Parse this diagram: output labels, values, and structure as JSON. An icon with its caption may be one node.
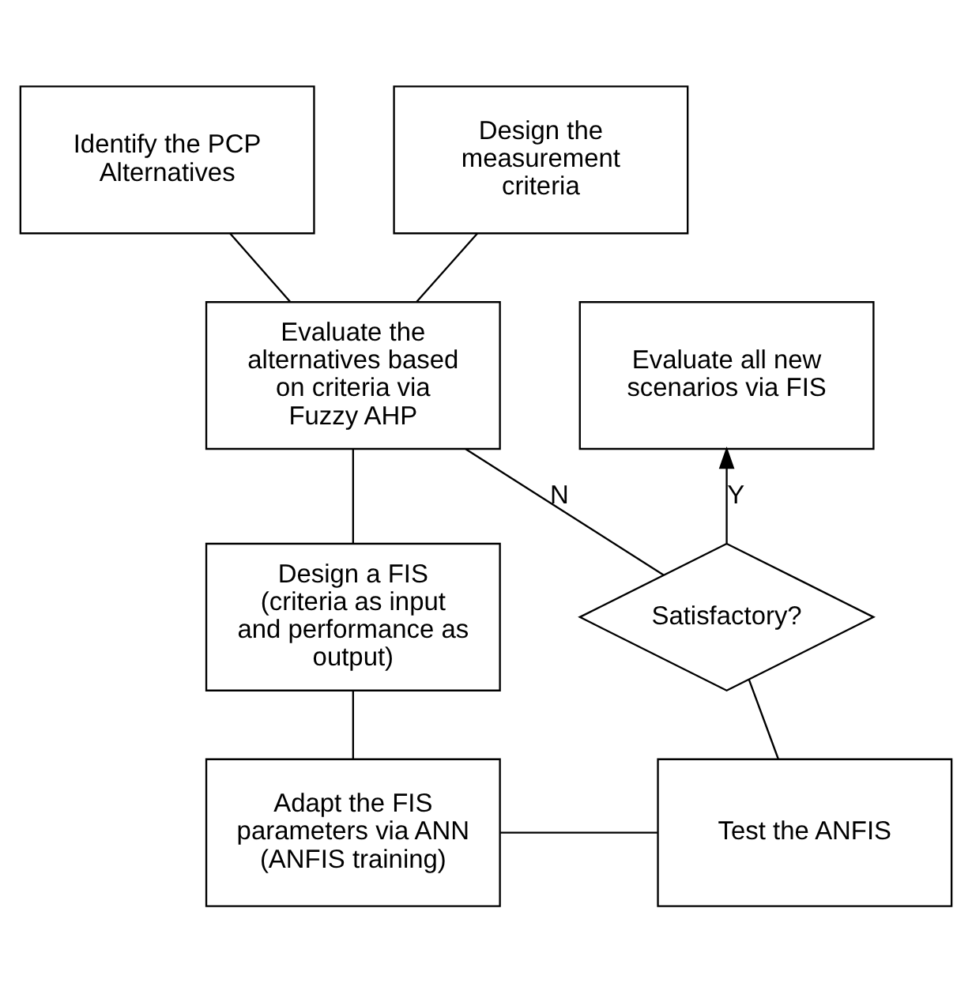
{
  "diagram": {
    "nodes": [
      {
        "text": [
          "Identify the PCP Alternatives"
        ]
      },
      {
        "text": [
          "Design the measurement criteria"
        ]
      },
      {
        "text": [
          "Evaluate the alternatives based on criteria via Fuzzy AHP"
        ]
      },
      {
        "text": [
          "Evaluate all new scenarios via FIS"
        ]
      },
      {
        "text": [
          "Design a FIS (criteria as input and performance as output)"
        ]
      },
      {
        "text": [
          "Satisfactory?"
        ]
      },
      {
        "text": [
          "Adapt the FIS parameters via ANN (ANFIS training)"
        ]
      },
      {
        "text": [
          "Test the ANFIS"
        ]
      }
    ],
    "edges": [
      {
        "from": 0,
        "to": 2,
        "arrow": "none"
      },
      {
        "from": 1,
        "to": 2,
        "arrow": "none"
      },
      {
        "from": 2,
        "to": 4,
        "arrow": "none"
      },
      {
        "from": 4,
        "to": 6,
        "arrow": "none"
      },
      {
        "from": 6,
        "to": 7,
        "arrow": "none"
      },
      {
        "from": 7,
        "to": 5,
        "arrow": "none"
      },
      {
        "from": 5,
        "to": 3,
        "arrow": "to",
        "label": "Y"
      },
      {
        "from": 5,
        "to": 2,
        "arrow": "none",
        "label": "N"
      }
    ]
  }
}
